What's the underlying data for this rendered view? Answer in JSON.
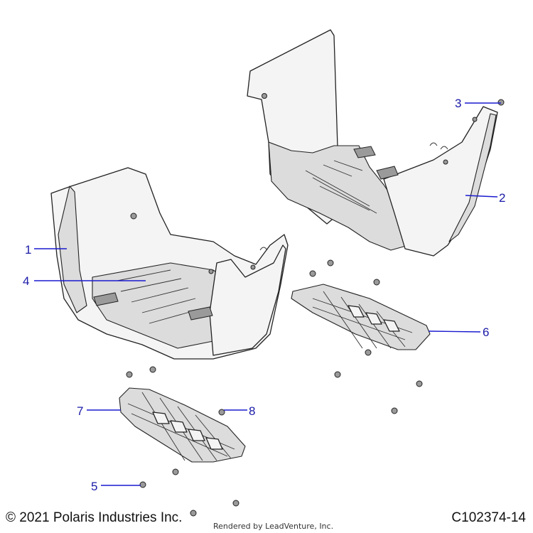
{
  "callouts": [
    {
      "id": "1",
      "label": "1"
    },
    {
      "id": "2",
      "label": "2"
    },
    {
      "id": "3",
      "label": "3"
    },
    {
      "id": "4",
      "label": "4"
    },
    {
      "id": "5",
      "label": "5"
    },
    {
      "id": "6",
      "label": "6"
    },
    {
      "id": "7",
      "label": "7"
    },
    {
      "id": "8",
      "label": "8"
    }
  ],
  "footer": {
    "copyright": "© 2021 Polaris Industries Inc.",
    "rendered_by": "Rendered by LeadVenture, Inc.",
    "diagram_id": "C102374-14"
  },
  "colors": {
    "callout": "#1a1aa8",
    "leader": "#1a1ad0",
    "line_art": "#222222"
  }
}
